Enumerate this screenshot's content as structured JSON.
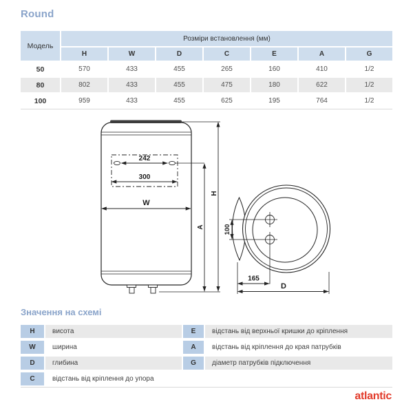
{
  "colors": {
    "accent": "#8aa4ca",
    "table_header_bg": "#cedded",
    "legend_letter_bg": "#b8cde5",
    "row_shade": "#e9e9e9",
    "text_dark": "#333333",
    "text_value": "#4f4f4f",
    "hairline": "#d9d9d9",
    "brand_red": "#e23b2b",
    "diagram_line": "#222222"
  },
  "title": "Round",
  "dims": {
    "model_header": "Модель",
    "group_header": "Розміри встановлення (мм)",
    "columns": [
      "H",
      "W",
      "D",
      "C",
      "E",
      "A",
      "G"
    ],
    "rows": [
      {
        "model": "50",
        "values": [
          "570",
          "433",
          "455",
          "265",
          "160",
          "410",
          "1/2"
        ]
      },
      {
        "model": "80",
        "values": [
          "802",
          "433",
          "455",
          "475",
          "180",
          "622",
          "1/2"
        ]
      },
      {
        "model": "100",
        "values": [
          "959",
          "433",
          "455",
          "625",
          "195",
          "764",
          "1/2"
        ]
      }
    ]
  },
  "diagram": {
    "front": {
      "dim_242": "242",
      "dim_300": "300",
      "w": "W",
      "a": "A",
      "h": "H"
    },
    "side": {
      "dim_100": "100",
      "dim_165": "165",
      "d": "D"
    }
  },
  "legend": {
    "heading": "Значення на схемі",
    "left": [
      {
        "letter": "H",
        "text": "висота"
      },
      {
        "letter": "W",
        "text": "ширина"
      },
      {
        "letter": "D",
        "text": "глибина"
      },
      {
        "letter": "C",
        "text": "відстань від кріплення до упора"
      }
    ],
    "right": [
      {
        "letter": "E",
        "text": "відстань від верхньої кришки до кріплення"
      },
      {
        "letter": "A",
        "text": "відстань від кріплення до края патрубків"
      },
      {
        "letter": "G",
        "text": "діаметр патрубків підключення"
      }
    ]
  },
  "footer": {
    "brand": "atlantic"
  }
}
